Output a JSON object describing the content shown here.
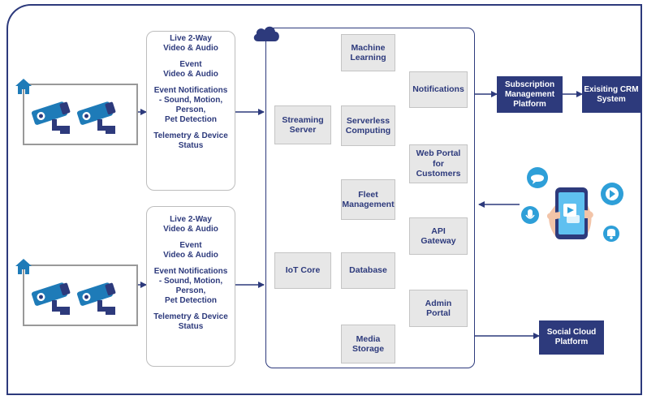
{
  "camera_groups": [
    {
      "events": [
        "Live 2-Way\nVideo & Audio",
        "Event\nVideo & Audio",
        "Event Notifications\n- Sound, Motion,\nPerson,\nPet Detection",
        "Telemetry & Device\nStatus"
      ]
    },
    {
      "events": [
        "Live 2-Way\nVideo & Audio",
        "Event\nVideo & Audio",
        "Event Notifications\n- Sound, Motion,\nPerson,\nPet Detection",
        "Telemetry & Device\nStatus"
      ]
    }
  ],
  "cloud_services": {
    "machine_learning": "Machine\nLearning",
    "streaming_server": "Streaming\nServer",
    "serverless_computing": "Serverless\nComputing",
    "fleet_management": "Fleet\nManagement",
    "iot_core": "IoT Core",
    "database": "Database",
    "media_storage": "Media\nStorage",
    "notifications": "Notifications",
    "web_portal": "Web Portal\nfor Customers",
    "api_gateway": "API\nGateway",
    "admin_portal": "Admin\nPortal"
  },
  "external": {
    "subscription": "Subscription\nManagement\nPlatform",
    "crm": "Exisiting CRM\nSystem",
    "social_cloud": "Social Cloud\nPlatform"
  },
  "colors": {
    "navy": "#2d3a7c",
    "camera_blue": "#1e7bb8",
    "service_gray": "#e7e7e7",
    "bubble_blue": "#2e9fd8"
  },
  "icons": [
    "home-icon",
    "security-camera-icon",
    "cloud-icon",
    "mobile-app-icon",
    "chat-bubble-icon",
    "play-icon",
    "microphone-icon",
    "bell-icon"
  ]
}
